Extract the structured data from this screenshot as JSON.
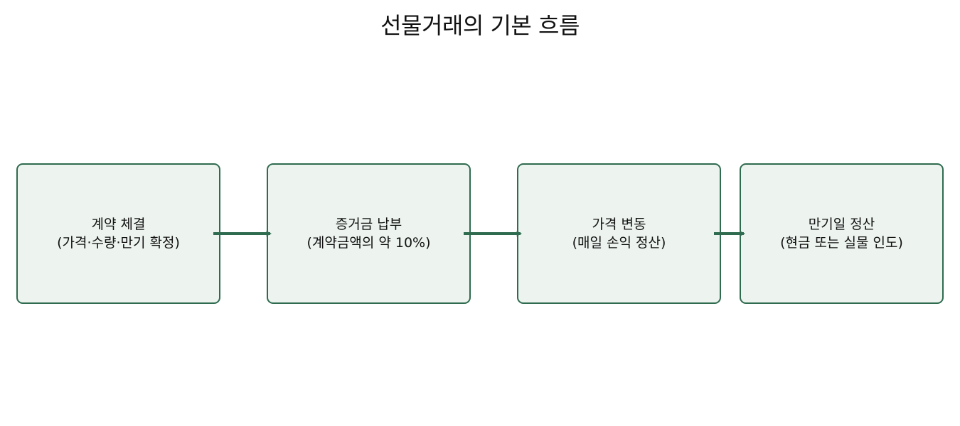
{
  "title": "선물거래의 기본 흐름",
  "colors": {
    "box_fill": "#edf4ef",
    "box_border": "#2f6b4f",
    "arrow": "#2f6b4f"
  },
  "steps": [
    {
      "line1": "계약 체결",
      "line2": "(가격·수량·만기 확정)"
    },
    {
      "line1": "증거금 납부",
      "line2": "(계약금액의 약 10%)"
    },
    {
      "line1": "가격 변동",
      "line2": "(매일 손익 정산)"
    },
    {
      "line1": "만기일 정산",
      "line2": "(현금 또는 실물 인도)"
    }
  ]
}
